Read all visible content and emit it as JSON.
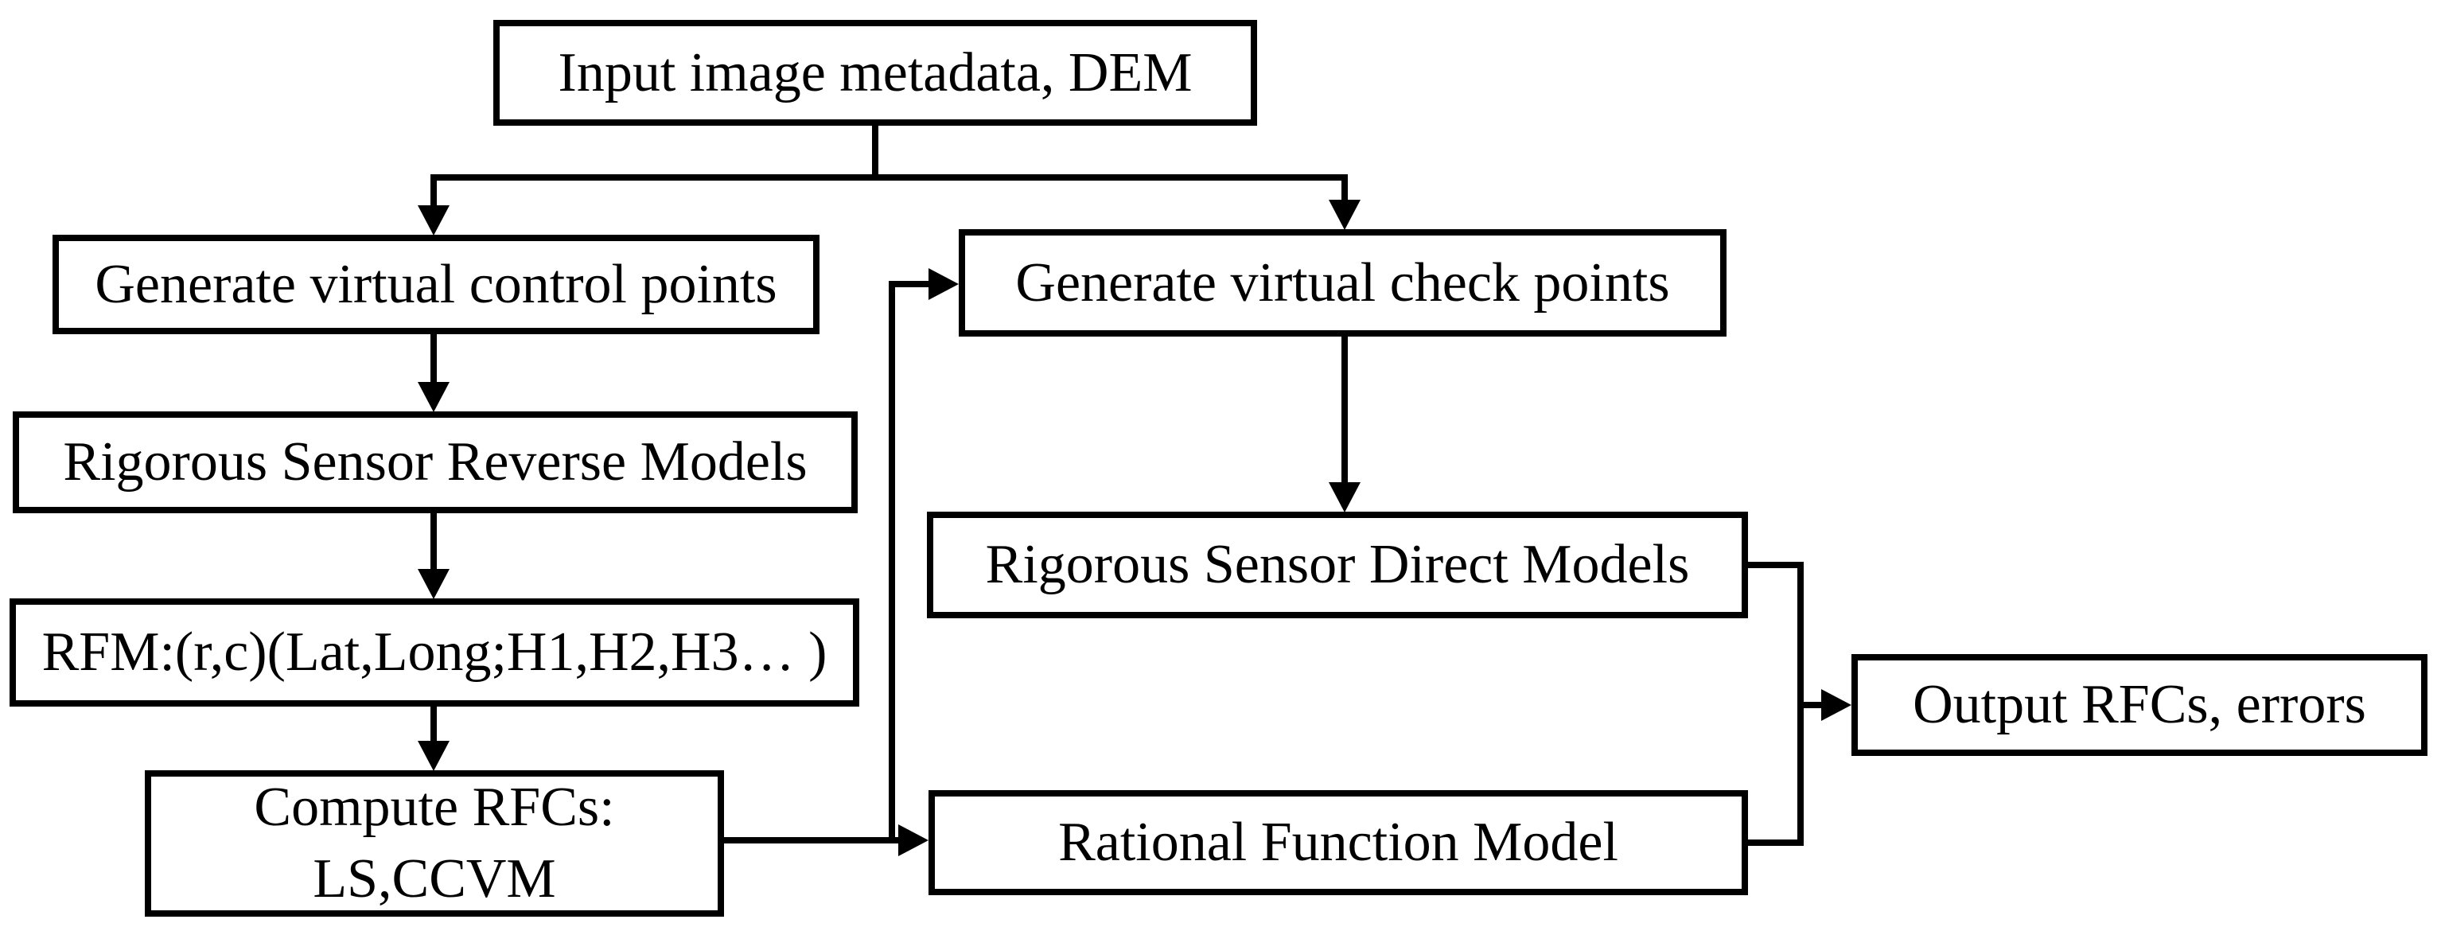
{
  "diagram": {
    "type": "flowchart",
    "background_color": "#ffffff",
    "line_color": "#000000",
    "box_fill_color": "#ffffff",
    "text_color": "#000000",
    "nodes": {
      "input": {
        "label": "Input image metadata, DEM"
      },
      "gen_control": {
        "label": "Generate virtual control points"
      },
      "reverse_models": {
        "label": "Rigorous Sensor Reverse Models"
      },
      "rfm_equation": {
        "label": "RFM:(r,c)(Lat,Long;H1,H2,H3… )"
      },
      "compute_rfcs": {
        "label": "Compute RFCs:\nLS,CCVM"
      },
      "gen_check": {
        "label": "Generate virtual check points"
      },
      "direct_models": {
        "label": "Rigorous Sensor Direct Models"
      },
      "rational_model": {
        "label": "Rational Function Model"
      },
      "output": {
        "label": "Output RFCs, errors"
      }
    },
    "edges": [
      {
        "from": "input",
        "to": "gen_control"
      },
      {
        "from": "input",
        "to": "gen_check"
      },
      {
        "from": "gen_control",
        "to": "reverse_models"
      },
      {
        "from": "reverse_models",
        "to": "rfm_equation"
      },
      {
        "from": "rfm_equation",
        "to": "compute_rfcs"
      },
      {
        "from": "compute_rfcs",
        "to": "gen_check"
      },
      {
        "from": "compute_rfcs",
        "to": "rational_model"
      },
      {
        "from": "gen_check",
        "to": "direct_models"
      },
      {
        "from": "direct_models",
        "to": "output"
      },
      {
        "from": "rational_model",
        "to": "output"
      }
    ]
  }
}
